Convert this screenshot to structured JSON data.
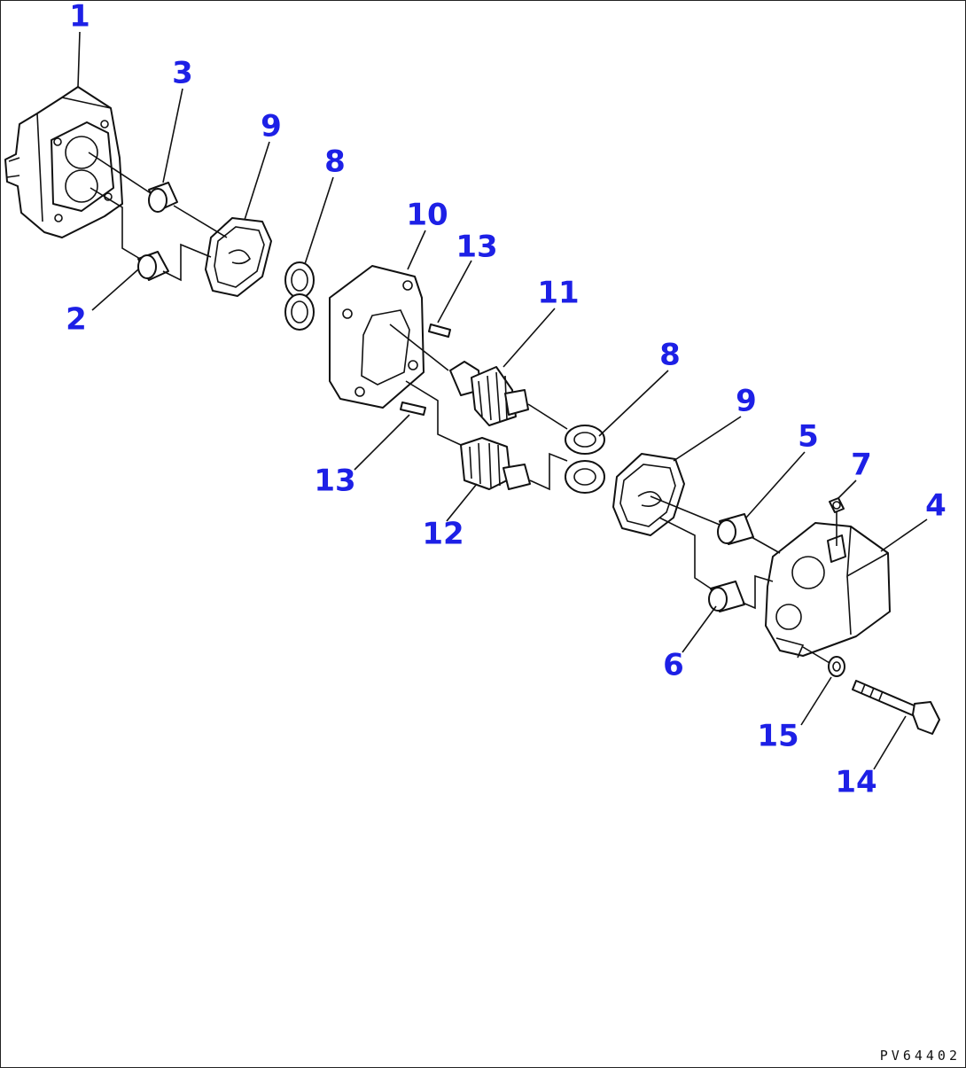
{
  "diagram": {
    "callouts": {
      "c1": "1",
      "c2": "2",
      "c3": "3",
      "c4": "4",
      "c5": "5",
      "c6": "6",
      "c7": "7",
      "c8a": "8",
      "c8b": "8",
      "c9a": "9",
      "c9b": "9",
      "c10": "10",
      "c11": "11",
      "c12": "12",
      "c13a": "13",
      "c13b": "13",
      "c14": "14",
      "c15": "15"
    },
    "drawing_code": "PV64402"
  },
  "colors": {
    "callout": "#1d20e6",
    "line": "#111111"
  }
}
